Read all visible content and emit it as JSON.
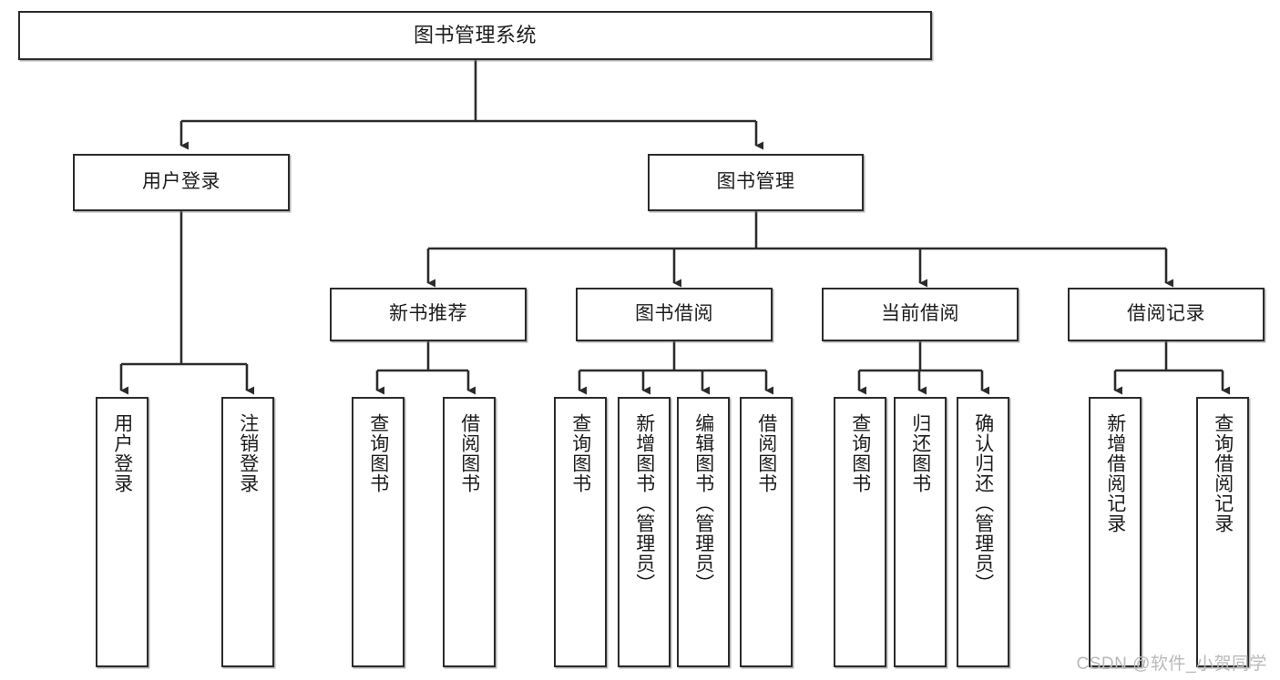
{
  "diagram": {
    "title": "图书管理系统",
    "type": "hierarchy-tree",
    "watermark": "CSDN @软件_小贺同学",
    "levels": {
      "root": {
        "label": "图书管理系统"
      },
      "level2": [
        {
          "label": "用户登录"
        },
        {
          "label": "图书管理"
        }
      ],
      "level3": [
        {
          "label": "新书推荐"
        },
        {
          "label": "图书借阅"
        },
        {
          "label": "当前借阅"
        },
        {
          "label": "借阅记录"
        }
      ],
      "leaves": {
        "user_login": [
          {
            "label": "用户登录"
          },
          {
            "label": "注销登录"
          }
        ],
        "new_book_recommend": [
          {
            "label": "查询图书"
          },
          {
            "label": "借阅图书"
          }
        ],
        "book_borrow": [
          {
            "label": "查询图书"
          },
          {
            "label": "新增图书（管理员）"
          },
          {
            "label": "编辑图书（管理员）"
          },
          {
            "label": "借阅图书"
          }
        ],
        "current_borrow": [
          {
            "label": "查询图书"
          },
          {
            "label": "归还图书"
          },
          {
            "label": "确认归还（管理员）"
          }
        ],
        "borrow_record": [
          {
            "label": "新增借阅记录"
          },
          {
            "label": "查询借阅记录"
          }
        ]
      }
    },
    "colors": {
      "stroke": "#2b2b2b",
      "fill": "#ffffff",
      "text": "#1c1c1c",
      "watermark": "#b9b9b9"
    }
  }
}
